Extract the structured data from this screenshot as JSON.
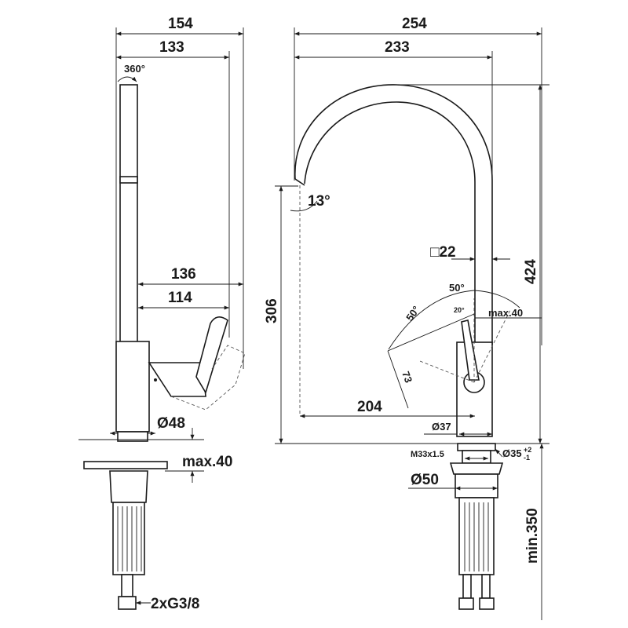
{
  "side_view": {
    "overall_width": "154",
    "spout_width": "133",
    "rotation": "360°",
    "handle_reach_outer": "136",
    "handle_reach_inner": "114",
    "body_diameter": "Ø48",
    "max_counter_thickness": "max.40",
    "connection": "2xG3/8"
  },
  "front_view": {
    "overall_width": "254",
    "spout_reach": "233",
    "spout_clearance": "306",
    "overall_height": "424",
    "outlet_angle": "13°",
    "spout_square": "□22",
    "lever_angle_up": "50°",
    "lever_angle_side": "50°",
    "lever_angle_small": "20°",
    "lever_max": "max.40",
    "lever_length": "73",
    "outlet_to_body": "204",
    "base_diameter": "Ø37",
    "thread": "M33x1.5",
    "hole_diameter": "Ø35",
    "hole_tol_plus": "+2",
    "hole_tol_minus": "-1",
    "plate_diameter": "Ø50",
    "min_clearance": "min.350"
  }
}
